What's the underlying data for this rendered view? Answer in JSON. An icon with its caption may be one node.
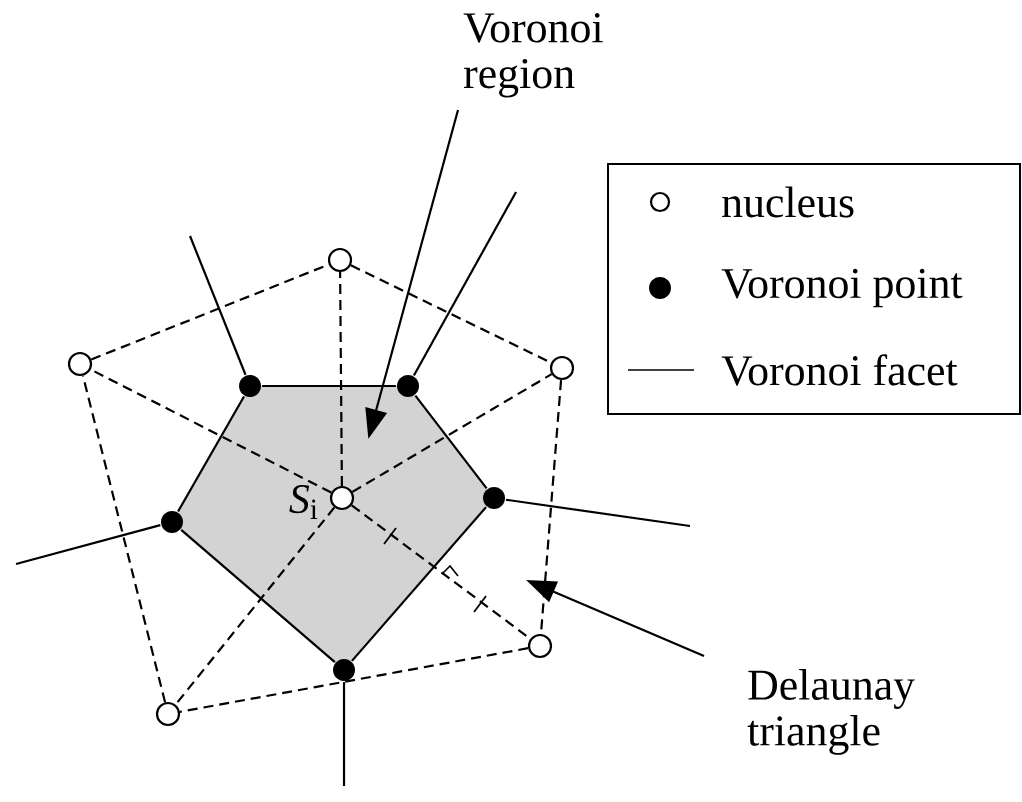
{
  "diagram": {
    "nodes": [
      {
        "text": [
          "Voronoi region"
        ]
      },
      {
        "text": [
          "Delaunay triangle"
        ]
      },
      {
        "text": [],
        "shape": "polygon"
      },
      {
        "text": [],
        "shape": "circle",
        "beside": [
          "*S*$_{i}$"
        ],
        "in": 2
      },
      {
        "text": [],
        "shape": "circle"
      },
      {
        "text": [],
        "shape": "circle"
      },
      {
        "text": [],
        "shape": "circle"
      },
      {
        "text": [],
        "shape": "circle"
      },
      {
        "text": [],
        "shape": "circle"
      },
      {
        "text": [],
        "shape": "dot"
      },
      {
        "text": [],
        "shape": "dot"
      },
      {
        "text": [],
        "shape": "dot"
      },
      {
        "text": [],
        "shape": "dot"
      },
      {
        "text": [],
        "shape": "dot"
      }
    ],
    "edges": [
      {
        "from": 0,
        "to": 2,
        "arrow": "to"
      },
      {
        "from": 1,
        "to": null,
        "arrow": "to"
      },
      {
        "from": 3,
        "to": 4,
        "arrow": "none",
        "style": "dashed"
      },
      {
        "from": 3,
        "to": 5,
        "arrow": "none",
        "style": "dashed"
      },
      {
        "from": 3,
        "to": 6,
        "arrow": "none",
        "style": "dashed"
      },
      {
        "from": 3,
        "to": 7,
        "arrow": "none",
        "style": "dashed"
      },
      {
        "from": 3,
        "to": 8,
        "arrow": "none",
        "style": "dashed"
      },
      {
        "from": 4,
        "to": 6,
        "arrow": "none",
        "style": "dashed"
      },
      {
        "from": 6,
        "to": 8,
        "arrow": "none",
        "style": "dashed"
      },
      {
        "from": 8,
        "to": 7,
        "arrow": "none",
        "style": "dashed"
      },
      {
        "from": 7,
        "to": 5,
        "arrow": "none",
        "style": "dashed"
      },
      {
        "from": 5,
        "to": 4,
        "arrow": "none",
        "style": "dashed"
      },
      {
        "from": 10,
        "to": 12,
        "arrow": "none"
      },
      {
        "from": 12,
        "to": 13,
        "arrow": "none"
      },
      {
        "from": 13,
        "to": 11,
        "arrow": "none"
      },
      {
        "from": 11,
        "to": 9,
        "arrow": "none"
      },
      {
        "from": 9,
        "to": 10,
        "arrow": "none"
      },
      {
        "from": 10,
        "to": null,
        "arrow": "none"
      },
      {
        "from": 12,
        "to": null,
        "arrow": "none"
      },
      {
        "from": 13,
        "to": null,
        "arrow": "none"
      },
      {
        "from": 9,
        "to": null,
        "arrow": "none"
      },
      {
        "from": 11,
        "to": null,
        "arrow": "none"
      }
    ],
    "legend": [
      {
        "text": "nucleus"
      },
      {
        "text": "Voronoi point"
      },
      {
        "text": "Voronoi facet"
      }
    ]
  }
}
